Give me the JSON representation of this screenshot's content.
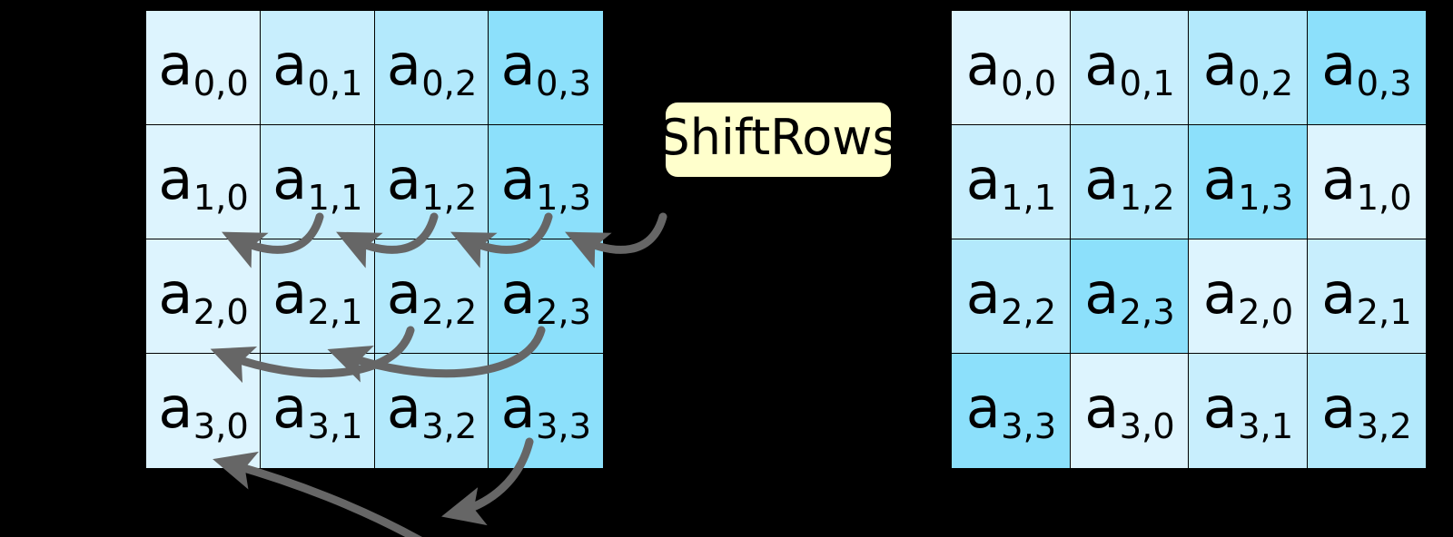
{
  "diagram": {
    "title": "ShiftRows",
    "operation_label": "ShiftRows",
    "colors": {
      "background": "#000000",
      "cell_col0": "#ddf4fe",
      "cell_col1": "#c8eefd",
      "cell_col2": "#b3e9fc",
      "cell_col3": "#8ce0fb",
      "cell_border": "#000000",
      "label_text": "#000000",
      "operation_box_fill": "#ffffcc",
      "arrow": "#666666"
    }
  },
  "input_matrix": {
    "name": "state-before-shiftrows",
    "rows": [
      [
        {
          "base": "a",
          "sub": "0,0",
          "tint": 0
        },
        {
          "base": "a",
          "sub": "0,1",
          "tint": 1
        },
        {
          "base": "a",
          "sub": "0,2",
          "tint": 2
        },
        {
          "base": "a",
          "sub": "0,3",
          "tint": 3
        }
      ],
      [
        {
          "base": "a",
          "sub": "1,0",
          "tint": 0
        },
        {
          "base": "a",
          "sub": "1,1",
          "tint": 1
        },
        {
          "base": "a",
          "sub": "1,2",
          "tint": 2
        },
        {
          "base": "a",
          "sub": "1,3",
          "tint": 3
        }
      ],
      [
        {
          "base": "a",
          "sub": "2,0",
          "tint": 0
        },
        {
          "base": "a",
          "sub": "2,1",
          "tint": 1
        },
        {
          "base": "a",
          "sub": "2,2",
          "tint": 2
        },
        {
          "base": "a",
          "sub": "2,3",
          "tint": 3
        }
      ],
      [
        {
          "base": "a",
          "sub": "3,0",
          "tint": 0
        },
        {
          "base": "a",
          "sub": "3,1",
          "tint": 1
        },
        {
          "base": "a",
          "sub": "3,2",
          "tint": 2
        },
        {
          "base": "a",
          "sub": "3,3",
          "tint": 3
        }
      ]
    ]
  },
  "output_matrix": {
    "name": "state-after-shiftrows",
    "rows": [
      [
        {
          "base": "a",
          "sub": "0,0",
          "tint": 0
        },
        {
          "base": "a",
          "sub": "0,1",
          "tint": 1
        },
        {
          "base": "a",
          "sub": "0,2",
          "tint": 2
        },
        {
          "base": "a",
          "sub": "0,3",
          "tint": 3
        }
      ],
      [
        {
          "base": "a",
          "sub": "1,1",
          "tint": 1
        },
        {
          "base": "a",
          "sub": "1,2",
          "tint": 2
        },
        {
          "base": "a",
          "sub": "1,3",
          "tint": 3
        },
        {
          "base": "a",
          "sub": "1,0",
          "tint": 0
        }
      ],
      [
        {
          "base": "a",
          "sub": "2,2",
          "tint": 2
        },
        {
          "base": "a",
          "sub": "2,3",
          "tint": 3
        },
        {
          "base": "a",
          "sub": "2,0",
          "tint": 0
        },
        {
          "base": "a",
          "sub": "2,1",
          "tint": 1
        }
      ],
      [
        {
          "base": "a",
          "sub": "3,3",
          "tint": 3
        },
        {
          "base": "a",
          "sub": "3,0",
          "tint": 0
        },
        {
          "base": "a",
          "sub": "3,1",
          "tint": 1
        },
        {
          "base": "a",
          "sub": "3,2",
          "tint": 2
        }
      ]
    ]
  },
  "shift_amounts": {
    "row_0": 0,
    "row_1": 1,
    "row_2": 2,
    "row_3": 3
  }
}
